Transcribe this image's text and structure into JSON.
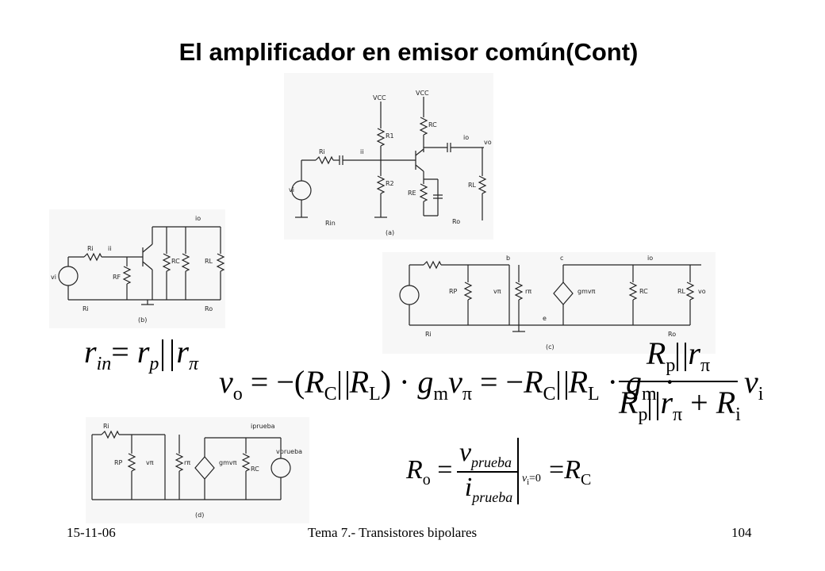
{
  "slide": {
    "title": "El amplificador en emisor común(Cont)"
  },
  "figures": {
    "a": {
      "caption": "(a)",
      "labels": [
        "VCC",
        "VCC",
        "R1",
        "RC",
        "io",
        "Ri",
        "ii",
        "vo",
        "vi",
        "R2",
        "RE",
        "RL",
        "Rin",
        "Ro"
      ]
    },
    "b": {
      "caption": "(b)",
      "labels": [
        "io",
        "Ri",
        "ii",
        "vi",
        "RF",
        "RC",
        "RL",
        "Ri",
        "Ro"
      ]
    },
    "c": {
      "caption": "(c)",
      "labels": [
        "b",
        "c",
        "io",
        "RP",
        "vπ",
        "rπ",
        "gmvπ",
        "RC",
        "RL",
        "vo",
        "e",
        "Ri",
        "Ro"
      ]
    },
    "d": {
      "caption": "(d)",
      "labels": [
        "Ri",
        "iprueba",
        "RP",
        "vπ",
        "rπ",
        "gmvπ",
        "RC",
        "vprueba"
      ]
    }
  },
  "equations": {
    "rin": {
      "lhs": "r",
      "lhs_sub": "in",
      "eq": "=",
      "a": "r",
      "a_sub": "p",
      "b": "r",
      "b_sub": "π"
    },
    "vo": {
      "lhs": "v",
      "lhs_sub": "o",
      "eq1": "= −(",
      "rc": "R",
      "rc_sub": "C",
      "rl": "R",
      "rl_sub": "L",
      "close": ")",
      "dot": "·",
      "gm": "g",
      "gm_sub": "m",
      "vpi": "v",
      "vpi_sub": "π",
      "eq2": "= −",
      "num_rp": "R",
      "num_rp_sub": "p",
      "num_rpi": "r",
      "num_rpi_sub": "π",
      "den_plus": "+",
      "den_ri": "R",
      "den_ri_sub": "i",
      "vi": "v",
      "vi_sub": "i"
    },
    "ro": {
      "lhs": "R",
      "lhs_sub": "o",
      "eq": "=",
      "num": "v",
      "num_sub": "prueba",
      "den": "i",
      "den_sub": "prueba",
      "cond": "v",
      "cond_sub": "i",
      "cond_val": "=0",
      "eq2": "=",
      "rhs": "R",
      "rhs_sub": "C"
    }
  },
  "footer": {
    "date": "15-11-06",
    "course": "Tema 7.- Transistores bipolares",
    "page": "104"
  }
}
